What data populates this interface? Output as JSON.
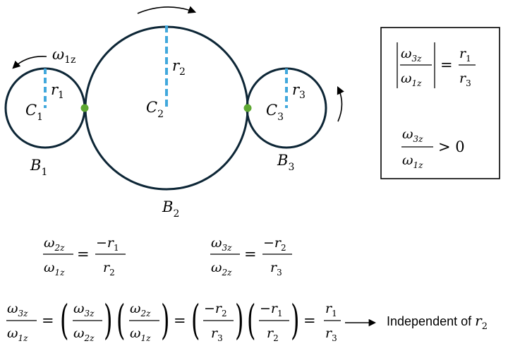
{
  "diagram": {
    "bodies": [
      {
        "name": "B",
        "sub": "1",
        "center": "C",
        "center_sub": "1",
        "radius": "r",
        "radius_sub": "1",
        "omega": "ω",
        "omega_sub": "1z"
      },
      {
        "name": "B",
        "sub": "2",
        "center": "C",
        "center_sub": "2",
        "radius": "r",
        "radius_sub": "2"
      },
      {
        "name": "B",
        "sub": "3",
        "center": "C",
        "center_sub": "3",
        "radius": "r",
        "radius_sub": "3"
      }
    ],
    "colors": {
      "circle": "#0d2636",
      "radius_line": "#41a8dc",
      "contact": "#5ea832",
      "arrow": "#000000"
    }
  },
  "box": {
    "eq1": {
      "lhs_num": "ω",
      "lhs_num_sub": "3z",
      "lhs_den": "ω",
      "lhs_den_sub": "1z",
      "eq": "=",
      "rhs_num": "r",
      "rhs_num_sub": "1",
      "rhs_den": "r",
      "rhs_den_sub": "3"
    },
    "eq2": {
      "num": "ω",
      "num_sub": "3z",
      "den": "ω",
      "den_sub": "1z",
      "rel": "> 0"
    }
  },
  "equations": {
    "gear12": {
      "num": "ω",
      "num_sub": "2z",
      "den": "ω",
      "den_sub": "1z",
      "eq": "=",
      "rnum": "−r",
      "rnum_sub": "1",
      "rden": "r",
      "rden_sub": "2"
    },
    "gear23": {
      "num": "ω",
      "num_sub": "3z",
      "den": "ω",
      "den_sub": "2z",
      "eq": "=",
      "rnum": "−r",
      "rnum_sub": "2",
      "rden": "r",
      "rden_sub": "3"
    },
    "chain": {
      "f1_num": "ω",
      "f1_num_sub": "3z",
      "f1_den": "ω",
      "f1_den_sub": "1z",
      "eq": "=",
      "f2_num": "ω",
      "f2_num_sub": "3z",
      "f2_den": "ω",
      "f2_den_sub": "2z",
      "f3_num": "ω",
      "f3_num_sub": "2z",
      "f3_den": "ω",
      "f3_den_sub": "1z",
      "f4_num": "−r",
      "f4_num_sub": "2",
      "f4_den": "r",
      "f4_den_sub": "3",
      "f5_num": "−r",
      "f5_num_sub": "1",
      "f5_den": "r",
      "f5_den_sub": "2",
      "f6_num": "r",
      "f6_num_sub": "1",
      "f6_den": "r",
      "f6_den_sub": "3",
      "open": "(",
      "close": ")"
    },
    "note": {
      "text": "Independent of ",
      "var": "r",
      "var_sub": "2"
    }
  }
}
